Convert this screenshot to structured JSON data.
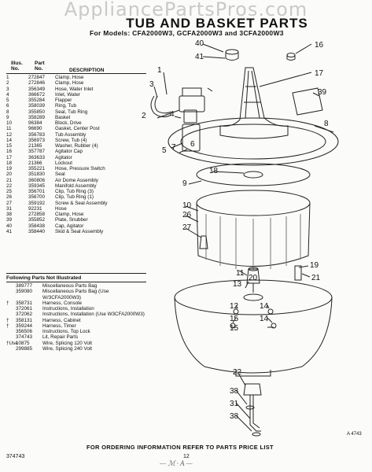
{
  "watermark": "AppliancePartsPros.com",
  "title": "TUB AND BASKET PARTS",
  "subtitle": "For Models: CFA2000W3, GCFA2000W3 and 3CFA2000W3",
  "table_headers": {
    "illus_no": "Illus. No.",
    "part_no": "Part No.",
    "description": "DESCRIPTION"
  },
  "parts": [
    {
      "illus": "1",
      "part": "272847",
      "desc": "Clamp, Hose"
    },
    {
      "illus": "2",
      "part": "272846",
      "desc": "Clamp, Hose"
    },
    {
      "illus": "3",
      "part": "356349",
      "desc": "Hose, Water Inlet"
    },
    {
      "illus": "4",
      "part": "366672",
      "desc": "Inlet, Water"
    },
    {
      "illus": "5",
      "part": "355284",
      "desc": "Flapper"
    },
    {
      "illus": "6",
      "part": "358039",
      "desc": "Ring, Tub"
    },
    {
      "illus": "8",
      "part": "355850",
      "desc": "Seal, Tub Ring"
    },
    {
      "illus": "9",
      "part": "358289",
      "desc": "Basket"
    },
    {
      "illus": "10",
      "part": "96384",
      "desc": "Block, Drive"
    },
    {
      "illus": "11",
      "part": "96690",
      "desc": "Gasket, Center Post"
    },
    {
      "illus": "12",
      "part": "356783",
      "desc": "Tub Assembly"
    },
    {
      "illus": "14",
      "part": "356973",
      "desc": "Screw, Tub (4)"
    },
    {
      "illus": "15",
      "part": "21365",
      "desc": "Washer, Rubber (4)"
    },
    {
      "illus": "16",
      "part": "357787",
      "desc": "Agitator Cap"
    },
    {
      "illus": "17",
      "part": "363633",
      "desc": "Agitator"
    },
    {
      "illus": "18",
      "part": "21366",
      "desc": "Lockout"
    },
    {
      "illus": "19",
      "part": "355221",
      "desc": "Hose, Pressure Switch"
    },
    {
      "illus": "20",
      "part": "351830",
      "desc": "Seal"
    },
    {
      "illus": "21",
      "part": "360806",
      "desc": "Air Dome Assembly"
    },
    {
      "illus": "22",
      "part": "359345",
      "desc": "Manifold Assembly"
    },
    {
      "illus": "25",
      "part": "356701",
      "desc": "Clip, Tub Ring (3)"
    },
    {
      "illus": "26",
      "part": "356700",
      "desc": "Clip, Tub Ring (1)"
    },
    {
      "illus": "27",
      "part": "359192",
      "desc": "Screw & Seal Assembly"
    },
    {
      "illus": "31",
      "part": "92231",
      "desc": "Hose"
    },
    {
      "illus": "38",
      "part": "272858",
      "desc": "Clamp, Hose"
    },
    {
      "illus": "39",
      "part": "355852",
      "desc": "Plate, Snubber"
    },
    {
      "illus": "40",
      "part": "358438",
      "desc": "Cap, Agitator"
    },
    {
      "illus": "41",
      "part": "358440",
      "desc": "Skid & Seal Assembly"
    }
  ],
  "following_header": "Following Parts Not Illustrated",
  "not_illustrated": [
    {
      "mark": "",
      "part": "389777",
      "desc": "Miscellaneous Parts Bag"
    },
    {
      "mark": "",
      "part": "359080",
      "desc": "Miscellaneous Parts Bag (Use W/3CFA2000W3)"
    },
    {
      "mark": "†",
      "part": "358731",
      "desc": "Harness, Console"
    },
    {
      "mark": "",
      "part": "372061",
      "desc": "Instructions, Installation"
    },
    {
      "mark": "",
      "part": "372062",
      "desc": "Instructions, Installation (Use W3CFA2000W3)"
    },
    {
      "mark": "†",
      "part": "358131",
      "desc": "Harness, Cabinet"
    },
    {
      "mark": "†",
      "part": "359244",
      "desc": "Harness, Timer"
    },
    {
      "mark": "",
      "part": "356506",
      "desc": "Instructions, Top Lock"
    },
    {
      "mark": "",
      "part": "374743",
      "desc": "Lit, Repair Parts"
    },
    {
      "mark": "†Use",
      "part": "10875",
      "desc": "Wire, Splicing 120 Volt"
    },
    {
      "mark": "",
      "part": "299885",
      "desc": "Wire, Splicing 240 Volt"
    }
  ],
  "footer": "FOR ORDERING INFORMATION REFER TO PARTS PRICE LIST",
  "lit_number": "374743",
  "page_number": "12",
  "figure_ref": "A 4743",
  "signature": "— ℳ · A —",
  "callouts": [
    "40",
    "41",
    "16",
    "17",
    "39",
    "8",
    "1",
    "3",
    "2",
    "4",
    "7",
    "5",
    "6",
    "18",
    "9",
    "10",
    "26",
    "27",
    "11",
    "13",
    "20",
    "19",
    "21",
    "12",
    "14",
    "15",
    "14",
    "15",
    "22",
    "38",
    "31",
    "38"
  ]
}
